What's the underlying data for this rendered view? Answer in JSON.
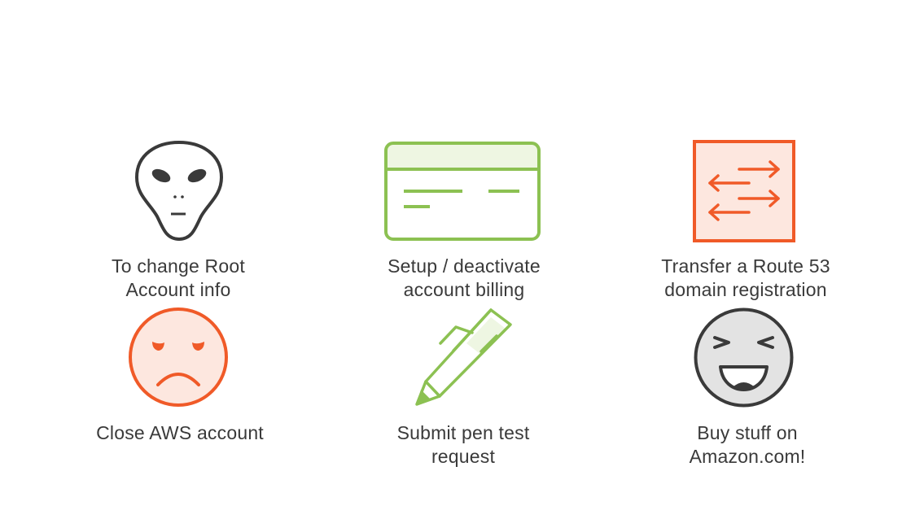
{
  "items": [
    {
      "icon": "alien-icon",
      "lines": [
        "To change Root",
        "Account info"
      ]
    },
    {
      "icon": "credit-card-icon",
      "lines": [
        "Setup / deactivate",
        "account billing"
      ]
    },
    {
      "icon": "transfer-arrows-icon",
      "lines": [
        "Transfer a Route 53",
        "domain registration"
      ]
    },
    {
      "icon": "sad-face-icon",
      "lines": [
        "Close AWS account"
      ]
    },
    {
      "icon": "pen-icon",
      "lines": [
        "Submit pen test",
        "request"
      ]
    },
    {
      "icon": "laughing-face-icon",
      "lines": [
        "Buy stuff on",
        "Amazon.com!"
      ]
    }
  ],
  "colors": {
    "text": "#3a3a3a",
    "dark_stroke": "#3a3a3a",
    "green_stroke": "#8cc152",
    "green_fill": "#eef6e2",
    "orange_stroke": "#f05a28",
    "orange_fill": "#fde7df",
    "gray_fill": "#e3e3e3"
  }
}
